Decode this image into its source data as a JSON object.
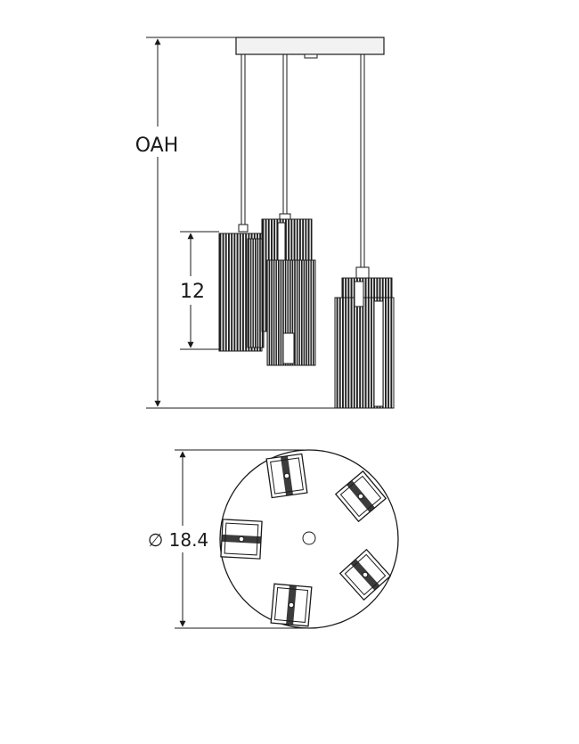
{
  "drawing": {
    "overall_height_label": "OAH",
    "shade_height_label": "12",
    "diameter_label": "∅ 18.4"
  },
  "colors": {
    "line": "#1a1a1a",
    "canopy_fill": "#f2f2f2",
    "shade_fill": "#2b2b2b",
    "background": "#ffffff"
  }
}
